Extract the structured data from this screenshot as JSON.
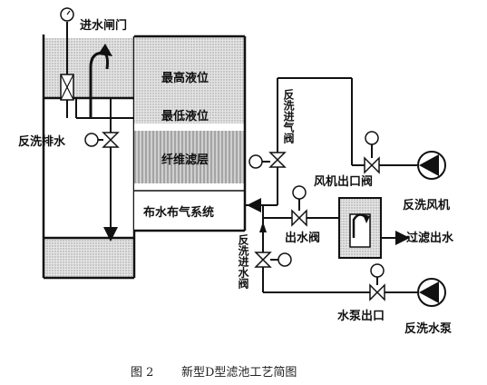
{
  "labels": {
    "inlet_valve": "进水闸门",
    "highest_level": "最高液位",
    "lowest_level": "最低液位",
    "fiber_layer": "纤维滤层",
    "distribution_system": "布水布气系统",
    "backwash_drain": "反洗排水",
    "backwash_air_valve": "反洗进气阀",
    "fan_outlet_valve": "风机出口阀",
    "backwash_fan": "反洗风机",
    "outlet_valve": "出水阀",
    "filtered_effluent": "过滤出水",
    "backwash_inlet_valve": "反洗进水阀",
    "pump_outlet": "水泵出口",
    "backwash_pump": "反洗水泵"
  },
  "caption": {
    "figure_no": "图 2",
    "title": "新型D型滤池工艺简图"
  },
  "colors": {
    "stroke": "#111111",
    "tank_fill": "#d9d9d9",
    "fiber_fill": "#bdbdbd",
    "water_fill": "#e6e6e6"
  }
}
